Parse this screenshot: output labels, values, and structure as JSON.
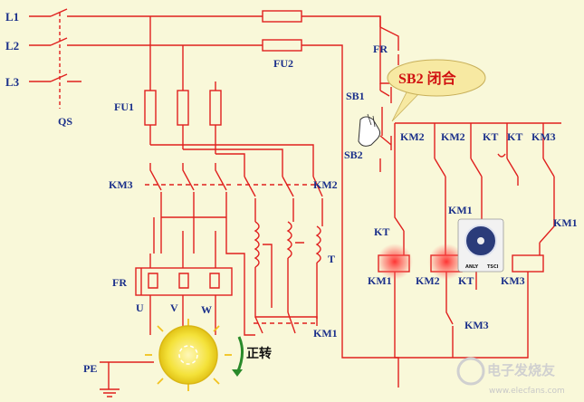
{
  "lines": {
    "l1": "L1",
    "l2": "L2",
    "l3": "L3"
  },
  "labels": {
    "qs": "QS",
    "fu1": "FU1",
    "fu2": "FU2",
    "fr_top": "FR",
    "sb1": "SB1",
    "sb2": "SB2",
    "km3_left": "KM3",
    "km2_right": "KM2",
    "t": "T",
    "fr_left": "FR",
    "u": "U",
    "v": "V",
    "w": "W",
    "pe": "PE",
    "km1_power": "KM1",
    "ctrl_km2_a": "KM2",
    "ctrl_km2_b": "KM2",
    "ctrl_kt_a": "KT",
    "ctrl_kt_b": "KT",
    "ctrl_km3_top": "KM3",
    "ctrl_km1_mid": "KM1",
    "ctrl_kt_nc": "KT",
    "ctrl_km1_right": "KM1",
    "coil_km1": "KM1",
    "coil_km2": "KM2",
    "coil_kt": "KT",
    "coil_km3": "KM3",
    "ctrl_km3_bottom": "KM3"
  },
  "callout": {
    "text": "SB2 闭合"
  },
  "motor": {
    "direction_label": "正转"
  },
  "timer": {
    "brand": "ANLY",
    "model": "TSCI"
  },
  "watermark": {
    "text": "电子发烧友",
    "url": "www.elecfans.com"
  },
  "colors": {
    "wire": "#e0201e",
    "label": "#1a2f8a",
    "background": "#f9f8d9",
    "callout_fill": "#f7e9a2",
    "motor_fill": "#f4e23a",
    "coil_glow": "#ff3b3b",
    "arrow": "#2a8a2a"
  }
}
